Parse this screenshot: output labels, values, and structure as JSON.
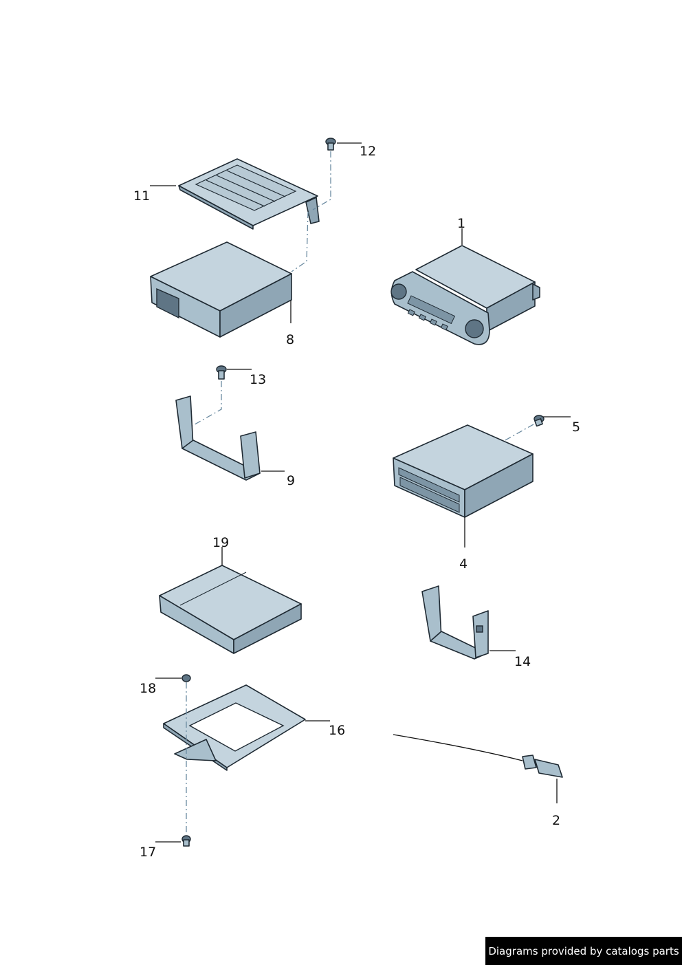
{
  "callouts": {
    "c1": "1",
    "c2": "2",
    "c4": "4",
    "c5": "5",
    "c8": "8",
    "c9": "9",
    "c11": "11",
    "c12": "12",
    "c13": "13",
    "c14": "14",
    "c16": "16",
    "c17": "17",
    "c18": "18",
    "c19": "19"
  },
  "footer": {
    "text": "Diagrams provided by catalogs parts"
  },
  "colors": {
    "part_fill": "#a9bfcc",
    "outline": "#1f2a33",
    "footer_bg": "#000000"
  }
}
